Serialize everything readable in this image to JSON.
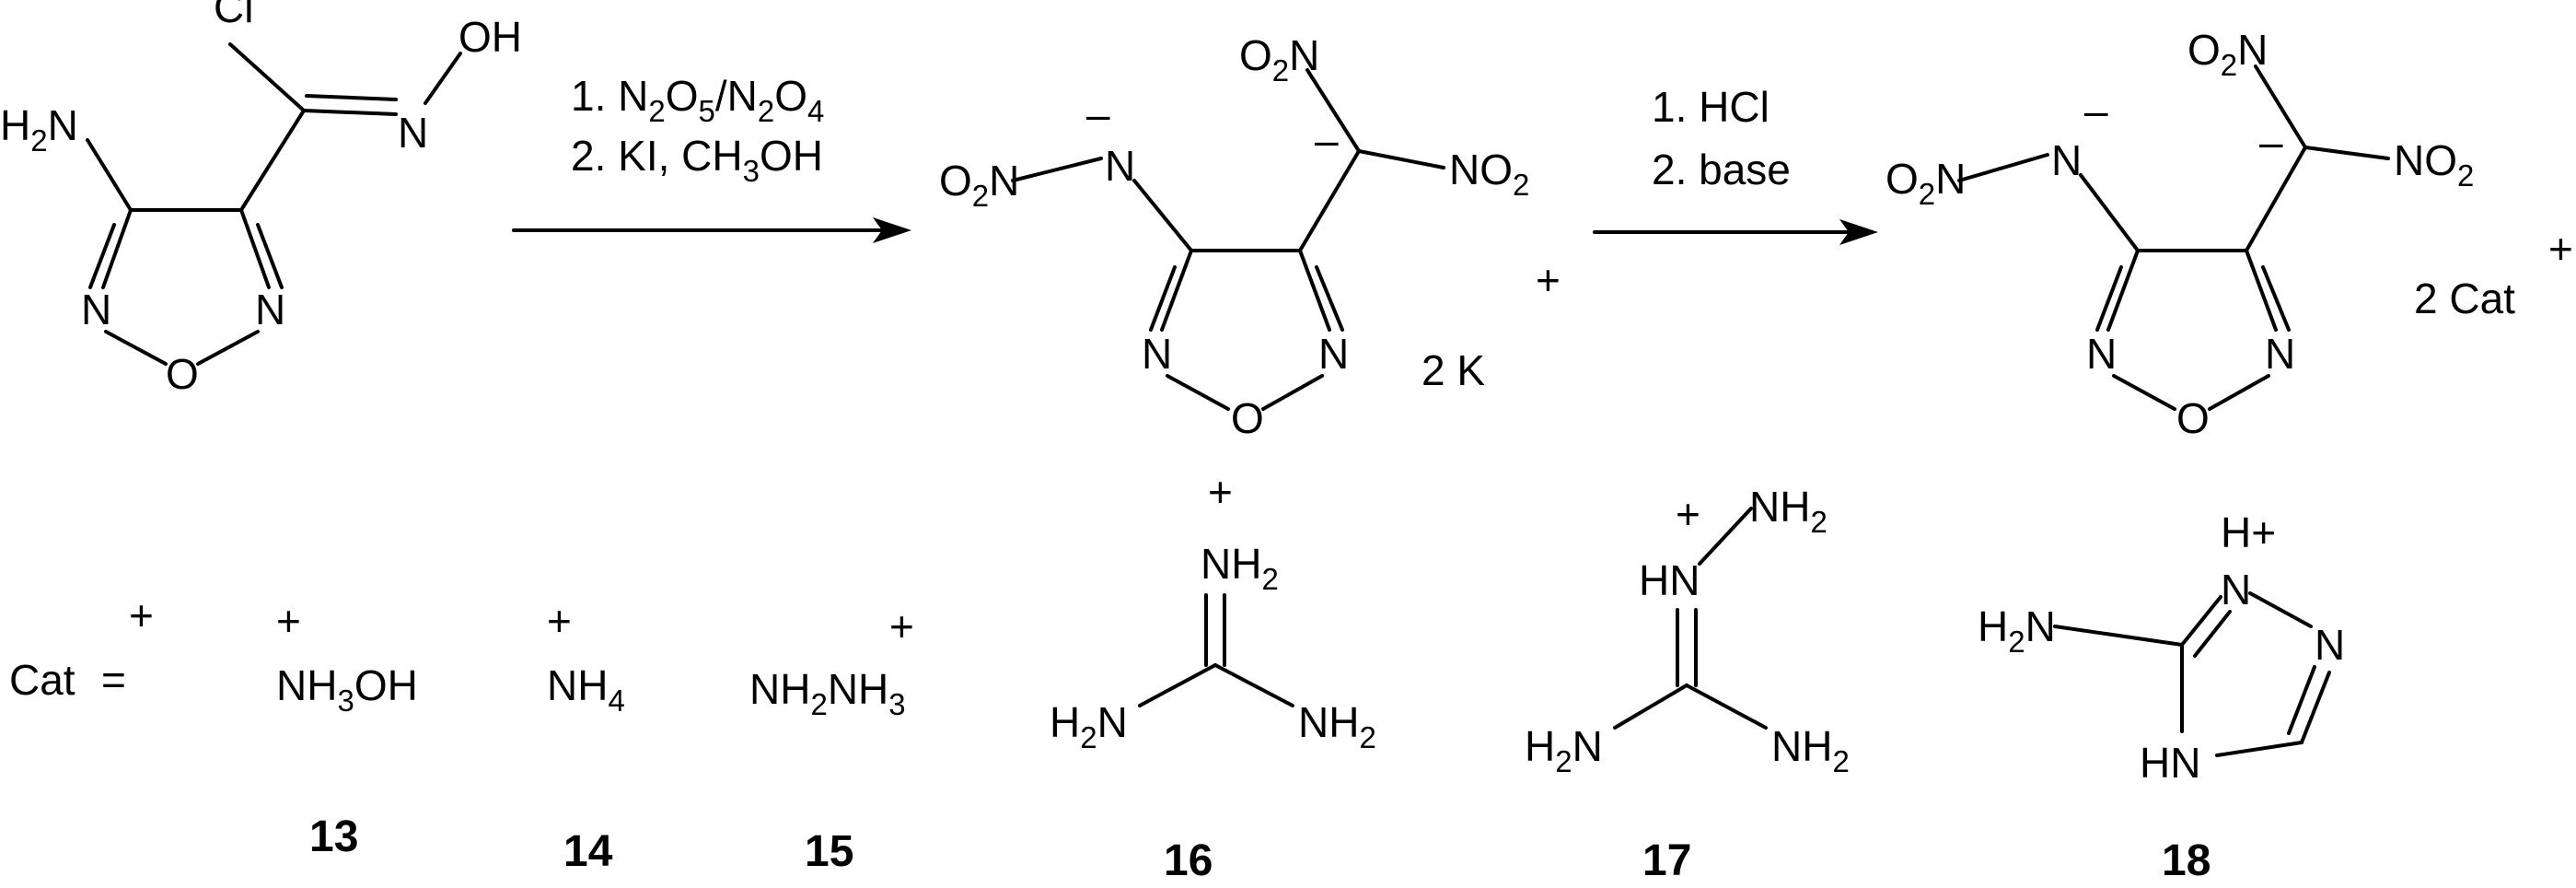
{
  "reaction": {
    "step1": {
      "line1": "1. N2O5/N2O4",
      "line2": "2. KI, CH3OH"
    },
    "step2": {
      "line1": "1. HCl",
      "line2": "2. base"
    }
  },
  "atoms": {
    "cl": "Cl",
    "oh": "OH",
    "n": "N",
    "o": "O",
    "h2n": "H2N",
    "o2n": "O2N",
    "no2": "NO2",
    "minus": "–",
    "plus": "+"
  },
  "counterions": {
    "potassium": "2 K",
    "cat": "2 Cat"
  },
  "legend": {
    "cat_label": "Cat",
    "equals": "=",
    "c13": "NH3OH",
    "c14": "NH4",
    "c15": "NH2NH3",
    "nh2": "NH2",
    "hn": "HN",
    "hplus": "H+",
    "hn_ring": "HN"
  },
  "labels": {
    "l13": "13",
    "l14": "14",
    "l15": "15",
    "l16": "16",
    "l17": "17",
    "l18": "18"
  }
}
